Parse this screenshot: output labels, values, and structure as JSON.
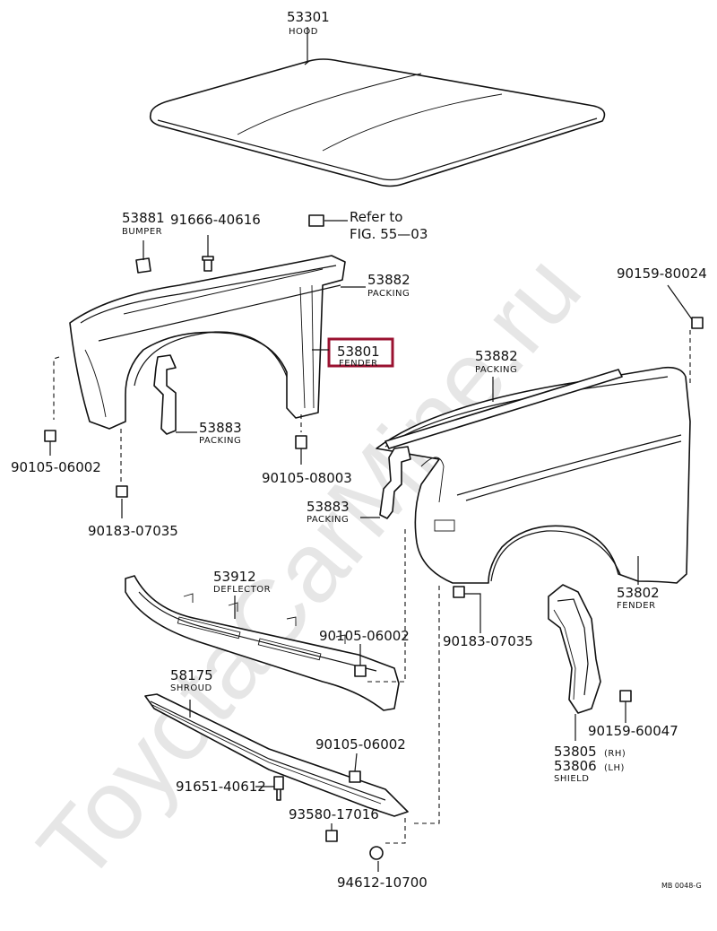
{
  "watermark": "ToyotaCarMine.ru",
  "refer": {
    "line1": "Refer to",
    "line2": "FIG. 55—03"
  },
  "parts": {
    "hood": {
      "num": "53301",
      "name": "HOOD"
    },
    "bumper": {
      "num": "53881",
      "name": "BUMPER"
    },
    "bolt_91666": {
      "num": "91666-40616"
    },
    "packing_53882_left": {
      "num": "53882",
      "name": "PACKING"
    },
    "fender_53801": {
      "num": "53801",
      "name": "FENDER"
    },
    "bolt_90159_80024": {
      "num": "90159-80024"
    },
    "packing_53882_right": {
      "num": "53882",
      "name": "PACKING"
    },
    "bolt_90105_06002_a": {
      "num": "90105-06002"
    },
    "packing_53883_a": {
      "num": "53883",
      "name": "PACKING"
    },
    "bolt_90105_08003": {
      "num": "90105-08003"
    },
    "nut_90183_07035_a": {
      "num": "90183-07035"
    },
    "packing_53883_b": {
      "num": "53883",
      "name": "PACKING"
    },
    "deflector": {
      "num": "53912",
      "name": "DEFLECTOR"
    },
    "fender_53802": {
      "num": "53802",
      "name": "FENDER"
    },
    "bolt_90105_06002_b": {
      "num": "90105-06002"
    },
    "nut_90183_07035_b": {
      "num": "90183-07035"
    },
    "shroud": {
      "num": "58175",
      "name": "SHROUD"
    },
    "bolt_90159_60047": {
      "num": "90159-60047"
    },
    "bolt_90105_06002_c": {
      "num": "90105-06002"
    },
    "shield_rh": {
      "num": "53805",
      "side": "(RH)"
    },
    "shield_lh": {
      "num": "53806",
      "side": "(LH)"
    },
    "shield_name": "SHIELD",
    "bolt_91651": {
      "num": "91651-40612"
    },
    "screw_93580": {
      "num": "93580-17016"
    },
    "washer_94612": {
      "num": "94612-10700"
    }
  },
  "figure_code": "MB 0048-G",
  "colors": {
    "highlight": "#9a1230",
    "ink": "#111111",
    "watermark": "#e6e6e6"
  }
}
